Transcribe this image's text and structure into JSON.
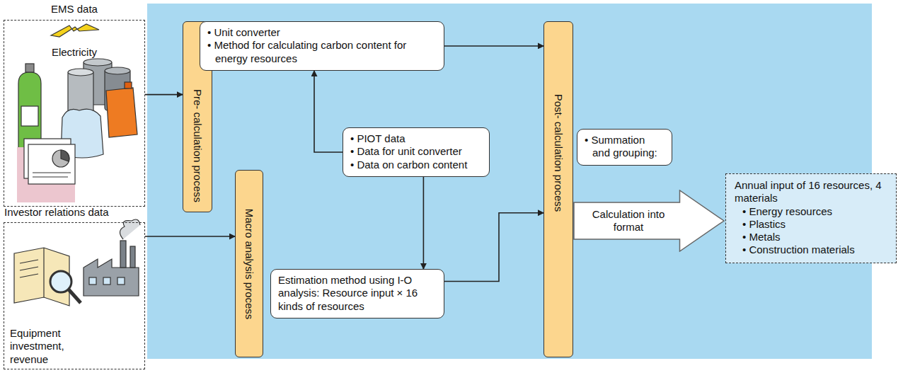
{
  "diagram": {
    "nodes": [
      {
        "text": [
          "EMS data",
          "Electricity"
        ]
      },
      {
        "text": [
          "Investor relations data",
          "Equipment investment, revenue"
        ]
      },
      {
        "text": [
          "Pre- calculation process"
        ]
      },
      {
        "text": [
          "• Unit converter",
          "• Method for calculating carbon content for energy resources"
        ]
      },
      {
        "text": [
          "• PIOT data",
          "• Data for unit converter",
          "• Data on carbon content"
        ]
      },
      {
        "text": [
          "Macro analysis process"
        ]
      },
      {
        "text": [
          "Estimation method using I-O analysis: Resource input × 16 kinds of resources"
        ]
      },
      {
        "text": [
          "Post- calculation process"
        ]
      },
      {
        "text": [
          "• Summation and grouping:"
        ]
      },
      {
        "text": [
          "Calculation into format"
        ]
      },
      {
        "text": [
          "Annual input of 16 resources, 4 materials",
          "• Energy resources",
          "• Plastics",
          "• Metals",
          "• Construction materials"
        ]
      }
    ],
    "edges": [
      {
        "from": 0,
        "to": 2,
        "arrow": "to"
      },
      {
        "from": 3,
        "to": 7,
        "arrow": "to"
      },
      {
        "from": 4,
        "to": 3,
        "arrow": "to"
      },
      {
        "from": 4,
        "to": 6,
        "arrow": "to"
      },
      {
        "from": 1,
        "to": 5,
        "arrow": "to"
      },
      {
        "from": 6,
        "to": 7,
        "arrow": "to"
      }
    ]
  }
}
